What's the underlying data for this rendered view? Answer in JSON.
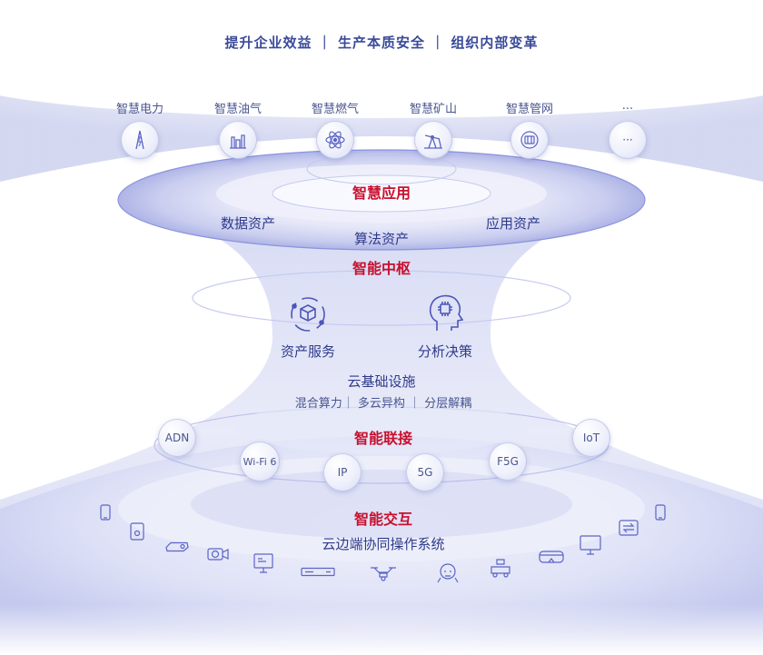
{
  "headline": "提升企业效益 ｜ 生产本质安全 ｜ 组织内部变革",
  "applications": [
    {
      "label": "智慧电力",
      "icon": "lightning-tower-icon"
    },
    {
      "label": "智慧油气",
      "icon": "oil-refinery-icon"
    },
    {
      "label": "智慧燃气",
      "icon": "atom-icon"
    },
    {
      "label": "智慧矿山",
      "icon": "pump-jack-icon"
    },
    {
      "label": "智慧管网",
      "icon": "pipe-network-icon"
    },
    {
      "label": "···",
      "icon": "more-icon",
      "bubble_text": "···"
    }
  ],
  "smart_app": {
    "title": "智慧应用",
    "assets": [
      "数据资产",
      "算法资产",
      "应用资产"
    ]
  },
  "hub": {
    "title": "智能中枢",
    "asset_service": "资产服务",
    "analysis": "分析决策",
    "cloud_infra": "云基础设施",
    "cloud_features": "混合算力｜ 多云异构 ｜ 分层解耦"
  },
  "connect": {
    "title": "智能联接",
    "items": [
      "ADN",
      "Wi-Fi 6",
      "IP",
      "5G",
      "F5G",
      "IoT"
    ]
  },
  "interact": {
    "title": "智能交互",
    "os": "云边端协同操作系统"
  },
  "colors": {
    "accent_red": "#c8102e",
    "text_blue": "#2f3a8a",
    "ring_blue": "#6f79d6",
    "haze": "#dfe2f6"
  },
  "devices": [
    "phone-icon",
    "tablet-icon",
    "projector-icon",
    "camera-icon",
    "monitor-icon",
    "settop-box-icon",
    "drone-icon",
    "robot-icon",
    "vehicle-icon",
    "vr-headset-icon",
    "tv-icon",
    "switch-icon",
    "phone-right-icon"
  ]
}
